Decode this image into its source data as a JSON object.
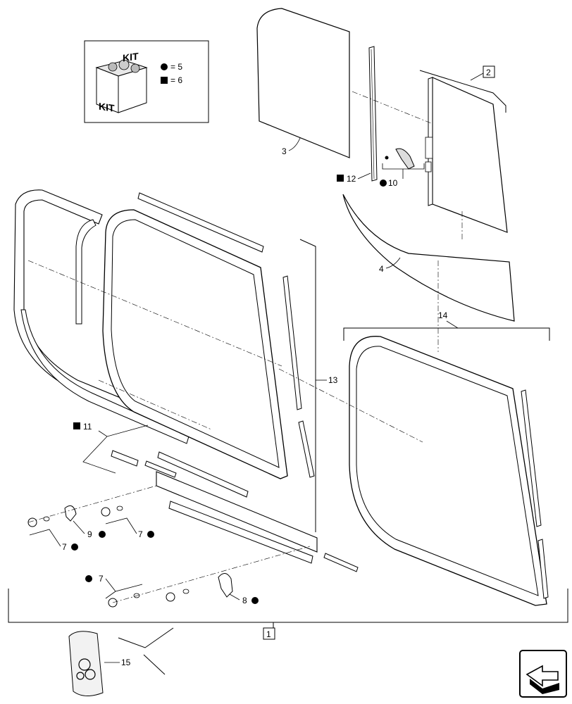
{
  "kit_legend": {
    "kit_box_text_1": "KIT",
    "kit_box_text_2": "KIT",
    "circle_eq": "= 5",
    "square_eq": "= 6"
  },
  "callouts": {
    "c1": "1",
    "c2": "2",
    "c3": "3",
    "c4": "4",
    "c7a": "7",
    "c7b": "7",
    "c7c": "7",
    "c8": "8",
    "c9": "9",
    "c10": "10",
    "c11": "11",
    "c12": "12",
    "c13": "13",
    "c14": "14",
    "c15": "15"
  },
  "nav": {
    "icon": "next-page-arrow-icon"
  }
}
